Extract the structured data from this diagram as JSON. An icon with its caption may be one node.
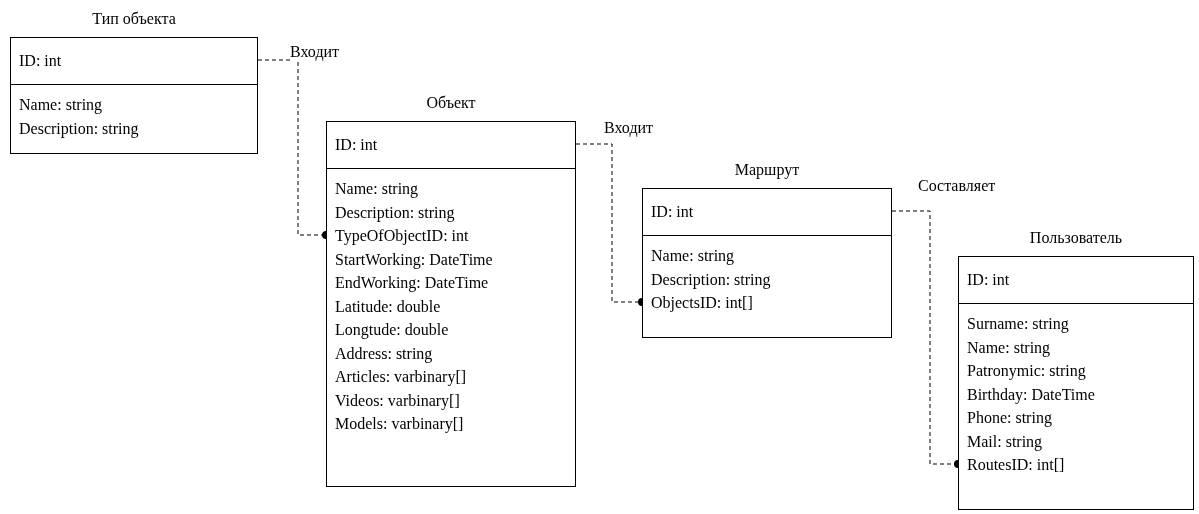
{
  "diagram": {
    "nodes": [
      {
        "text": [
          "Тип объекта",
          "ID: int",
          "Name: string",
          "Description: string"
        ]
      },
      {
        "text": [
          "Объект",
          "ID: int",
          "Name: string",
          "Description: string",
          "TypeOfObjectID: int",
          "StartWorking: DateTime",
          "EndWorking: DateTime",
          "Latitude: double",
          "Longtude: double",
          "Address: string",
          "Articles: varbinary[]",
          "Videos: varbinary[]",
          "Models: varbinary[]"
        ]
      },
      {
        "text": [
          "Маршрут",
          "ID: int",
          "Name: string",
          "Description: string",
          "ObjectsID: int[]"
        ]
      },
      {
        "text": [
          "Пользователь",
          "ID: int",
          "Surname: string",
          "Name: string",
          "Patronymic: string",
          "Birthday: DateTime",
          "Phone: string",
          "Mail: string",
          "RoutesID: int[]"
        ]
      }
    ],
    "edges": [
      {
        "from": 0,
        "to": 1,
        "arrow": "other",
        "style": "dashed",
        "label": "Входит"
      },
      {
        "from": 1,
        "to": 2,
        "arrow": "other",
        "style": "dashed",
        "label": "Входит"
      },
      {
        "from": 2,
        "to": 3,
        "arrow": "other",
        "style": "dashed",
        "label": "Составляет"
      }
    ]
  }
}
